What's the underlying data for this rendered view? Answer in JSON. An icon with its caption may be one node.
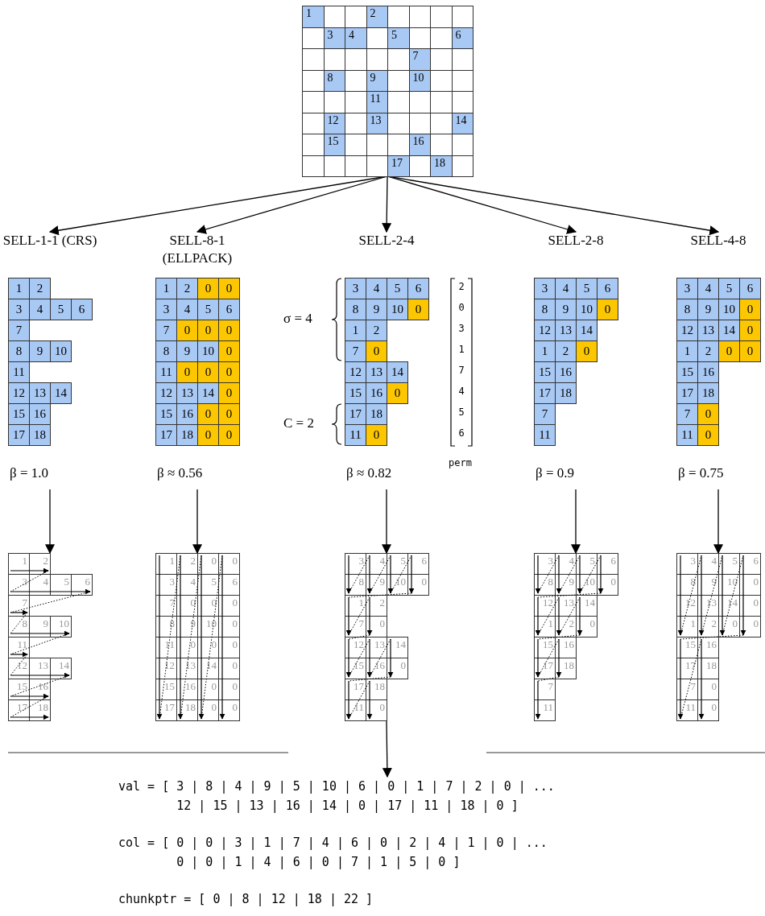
{
  "diagram": {
    "nodes": [
      {
        "text": [
          "1",
          "2",
          "3",
          "4",
          "5",
          "6",
          "7",
          "8",
          "9",
          "10",
          "11",
          "12",
          "13",
          "14",
          "15",
          "16",
          "17",
          "18"
        ]
      },
      {
        "text": [
          "SELL-1-1 (CRS)",
          "1",
          "2",
          "3",
          "4",
          "5",
          "6",
          "7",
          "8",
          "9",
          "10",
          "11",
          "12",
          "13",
          "14",
          "15",
          "16",
          "17",
          "18"
        ],
        "beside": [
          "β = 1.0"
        ]
      },
      {
        "text": [
          "SELL-8-1 (ELLPACK)",
          "1",
          "2",
          "0",
          "0",
          "3",
          "4",
          "5",
          "6",
          "7",
          "0",
          "0",
          "0",
          "8",
          "9",
          "10",
          "0",
          "11",
          "0",
          "0",
          "0",
          "12",
          "13",
          "14",
          "0",
          "15",
          "16",
          "0",
          "0",
          "17",
          "18",
          "0",
          "0"
        ],
        "beside": [
          "β ≈ 0.56"
        ]
      },
      {
        "text": [
          "SELL-2-4",
          "3",
          "4",
          "5",
          "6",
          "8",
          "9",
          "10",
          "0",
          "1",
          "2",
          "7",
          "0",
          "12",
          "13",
          "14",
          "15",
          "16",
          "0",
          "17",
          "18",
          "11",
          "0"
        ],
        "beside": [
          "σ = 4",
          "C = 2",
          "β ≈ 0.82"
        ]
      },
      {
        "text": [
          "SELL-2-8",
          "3",
          "4",
          "5",
          "6",
          "8",
          "9",
          "10",
          "0",
          "12",
          "13",
          "14",
          "1",
          "2",
          "0",
          "15",
          "16",
          "17",
          "18",
          "7",
          "11"
        ],
        "beside": [
          "β = 0.9"
        ]
      },
      {
        "text": [
          "SELL-4-8",
          "3",
          "4",
          "5",
          "6",
          "8",
          "9",
          "10",
          "0",
          "12",
          "13",
          "14",
          "0",
          "1",
          "2",
          "0",
          "0",
          "15",
          "16",
          "17",
          "18",
          "7",
          "0",
          "11",
          "0"
        ],
        "beside": [
          "β = 0.75"
        ]
      },
      {
        "text": [
          "1",
          "2",
          "3",
          "4",
          "5",
          "6",
          "7",
          "8",
          "9",
          "10",
          "11",
          "12",
          "13",
          "14",
          "15",
          "16",
          "17",
          "18"
        ]
      },
      {
        "text": [
          "1",
          "2",
          "0",
          "0",
          "3",
          "4",
          "5",
          "6",
          "7",
          "0",
          "0",
          "0",
          "8",
          "9",
          "10",
          "0",
          "11",
          "0",
          "0",
          "0",
          "12",
          "13",
          "14",
          "0",
          "15",
          "16",
          "0",
          "0",
          "17",
          "18",
          "0",
          "0"
        ]
      },
      {
        "text": [
          "3",
          "4",
          "5",
          "6",
          "8",
          "9",
          "10",
          "0",
          "1",
          "2",
          "7",
          "0",
          "12",
          "13",
          "14",
          "15",
          "16",
          "0",
          "17",
          "18",
          "11",
          "0"
        ]
      },
      {
        "text": [
          "3",
          "4",
          "5",
          "6",
          "8",
          "9",
          "10",
          "0",
          "12",
          "13",
          "14",
          "1",
          "2",
          "0",
          "15",
          "16",
          "17",
          "18",
          "7",
          "11"
        ]
      },
      {
        "text": [
          "3",
          "4",
          "5",
          "6",
          "8",
          "9",
          "10",
          "0",
          "12",
          "13",
          "14",
          "0",
          "1",
          "2",
          "0",
          "0",
          "15",
          "16",
          "17",
          "18",
          "7",
          "0",
          "11",
          "0"
        ]
      },
      {
        "text": [
          "val = [ 3 | 8 | 4 | 9 | 5 | 10 | 6 | 0 | 1 | 7 | 2 | 0 | ... 12 | 15 | 13 | 16 | 14 | 0 | 17 | 11 | 18 | 0 ]",
          "col = [ 0 | 0 | 3 | 1 | 7 | 4 | 6 | 0 | 2 | 4 | 1 | 0 | ... 0 | 0 | 1 | 4 | 6 | 0 | 7 | 1 | 5 | 0 ]",
          "chunkptr = [ 0 | 8 | 12 | 18 | 22 ]"
        ]
      }
    ],
    "edges": [
      {
        "from": 0,
        "to": 1,
        "arrow": "to"
      },
      {
        "from": 0,
        "to": 2,
        "arrow": "to"
      },
      {
        "from": 0,
        "to": 3,
        "arrow": "to"
      },
      {
        "from": 0,
        "to": 4,
        "arrow": "to"
      },
      {
        "from": 0,
        "to": 5,
        "arrow": "to"
      },
      {
        "from": 1,
        "to": 6,
        "arrow": "to"
      },
      {
        "from": 2,
        "to": 7,
        "arrow": "to"
      },
      {
        "from": 3,
        "to": 8,
        "arrow": "to"
      },
      {
        "from": 4,
        "to": 9,
        "arrow": "to"
      },
      {
        "from": 5,
        "to": 10,
        "arrow": "to"
      },
      {
        "from": 8,
        "to": 11,
        "arrow": "to"
      }
    ],
    "labels": [
      "2",
      "0",
      "3",
      "1",
      "7",
      "4",
      "5",
      "6",
      "perm"
    ]
  }
}
